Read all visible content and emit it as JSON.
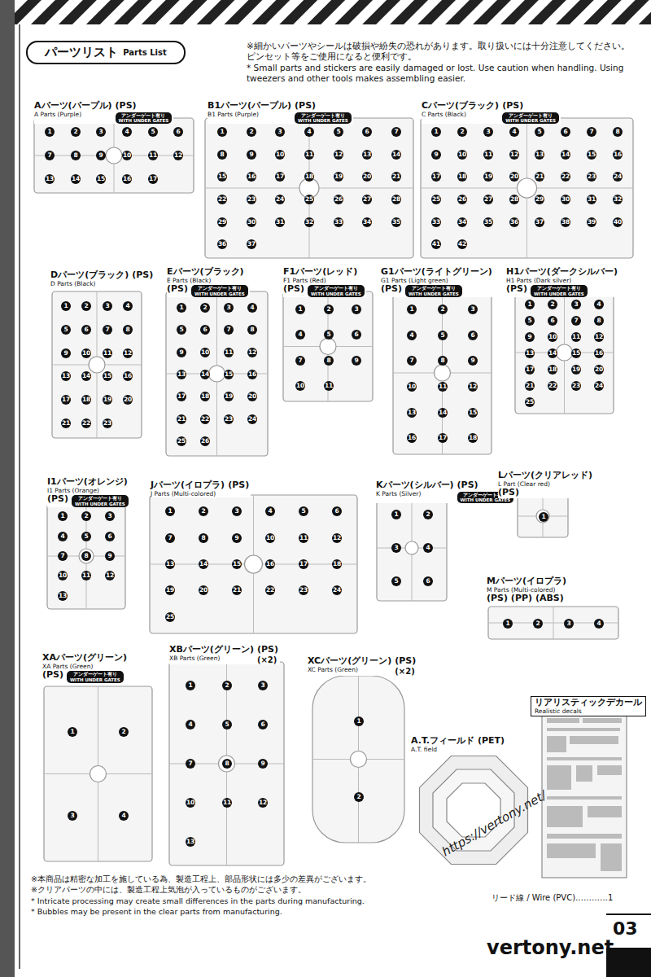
{
  "diagram": {
    "title": "パーツリスト",
    "nodes": [
      {
        "text": [
          "Aパーツ(パープル)",
          "A Parts (Purple)",
          "(PS)",
          "アンダーゲート有り",
          "WITH UNDER GATES"
        ]
      },
      {
        "text": [
          "B1パーツ(パープル)",
          "B1 Parts (Purple)",
          "(PS)",
          "アンダーゲート有り",
          "WITH UNDER GATES"
        ]
      },
      {
        "text": [
          "Cパーツ(ブラック)",
          "C Parts (Black)",
          "(PS)",
          "アンダーゲート有り",
          "WITH UNDER GATES"
        ]
      },
      {
        "text": [
          "Dパーツ(ブラック)",
          "D Parts (Black)",
          "(PS)"
        ]
      },
      {
        "text": [
          "Eパーツ(ブラック)",
          "E Parts (Black)",
          "(PS)",
          "アンダーゲート有り",
          "WITH UNDER GATES"
        ]
      },
      {
        "text": [
          "F1パーツ(レッド)",
          "F1 Parts (Red)",
          "(PS)",
          "アンダーゲート有り",
          "WITH UNDER GATES"
        ]
      },
      {
        "text": [
          "G1パーツ(ライトグリーン)",
          "G1 Parts (Light green)",
          "(PS)",
          "アンダーゲート有り",
          "WITH UNDER GATES"
        ]
      },
      {
        "text": [
          "H1パーツ(ダークシルバー)",
          "H1 Parts (Dark silver)",
          "(PS)",
          "アンダーゲート有り",
          "WITH UNDER GATES"
        ]
      },
      {
        "text": [
          "I1パーツ(オレンジ)",
          "I1 Parts (Orange)",
          "(PS)",
          "アンダーゲート有り",
          "WITH UNDER GATES"
        ]
      },
      {
        "text": [
          "Jパーツ(イロプラ)",
          "J Parts (Multi-colored)",
          "(PS)"
        ]
      },
      {
        "text": [
          "Kパーツ(シルバー)",
          "K Parts (Silver)",
          "(PS)",
          "アンダーゲート有り",
          "WITH UNDER GATES"
        ]
      },
      {
        "text": [
          "Lパーツ(クリアレッド)",
          "L Part (Clear red)",
          "(PS)"
        ]
      },
      {
        "text": [
          "Mパーツ(イロプラ)",
          "M Parts (Multi-colored)",
          "(PS) (PP) (ABS)"
        ]
      },
      {
        "text": [
          "XAパーツ(グリーン)",
          "XA Parts (Green)",
          "(PS)",
          "アンダーゲート有り",
          "WITH UNDER GATES"
        ]
      },
      {
        "text": [
          "XBパーツ(グリーン)",
          "XB Parts (Green)",
          "(PS)",
          "(×2)"
        ]
      },
      {
        "text": [
          "XCパーツ(グリーン)",
          "XC Parts (Green)",
          "(PS)",
          "(×2)"
        ]
      },
      {
        "text": [
          "A.T.フィールド",
          "(PET)",
          "A.T. field"
        ]
      },
      {
        "text": [
          "リアリスティックデカール",
          "Realistic decals"
        ]
      }
    ],
    "labels": [
      "Parts List",
      "※細かいパーツやシールは破損や紛失の恐れがあります。取り扱いには十分注意してください。 ピンセット等をご使用になると便利です。",
      "* Small parts and stickers are easily damaged or lost. Use caution when handling. Using tweezers and other tools makes assembling easier.",
      "1",
      "2",
      "3",
      "4",
      "5",
      "6",
      "7",
      "8",
      "9",
      "10",
      "11",
      "12",
      "13",
      "14",
      "15",
      "16",
      "17",
      "1",
      "2",
      "3",
      "4",
      "5",
      "6",
      "7",
      "8",
      "9",
      "10",
      "11",
      "12",
      "13",
      "14",
      "15",
      "16",
      "17",
      "18",
      "19",
      "20",
      "21",
      "22",
      "23",
      "24",
      "25",
      "26",
      "27",
      "28",
      "29",
      "30",
      "31",
      "32",
      "33",
      "34",
      "35",
      "36",
      "37",
      "1",
      "2",
      "3",
      "4",
      "5",
      "6",
      "7",
      "8",
      "9",
      "10",
      "11",
      "12",
      "13",
      "14",
      "15",
      "16",
      "17",
      "18",
      "19",
      "20",
      "21",
      "22",
      "23",
      "24",
      "25",
      "26",
      "27",
      "28",
      "29",
      "30",
      "31",
      "32",
      "33",
      "34",
      "35",
      "36",
      "37",
      "38",
      "39",
      "40",
      "41",
      "42",
      "1",
      "2",
      "3",
      "4",
      "5",
      "6",
      "7",
      "8",
      "9",
      "10",
      "11",
      "12",
      "13",
      "14",
      "15",
      "16",
      "17",
      "18",
      "19",
      "20",
      "21",
      "22",
      "23",
      "1",
      "2",
      "3",
      "4",
      "5",
      "6",
      "7",
      "8",
      "9",
      "10",
      "11",
      "12",
      "13",
      "14",
      "15",
      "16",
      "17",
      "18",
      "19",
      "20",
      "21",
      "22",
      "23",
      "24",
      "25",
      "26",
      "1",
      "2",
      "3",
      "4",
      "5",
      "6",
      "7",
      "8",
      "9",
      "10",
      "11",
      "1",
      "2",
      "3",
      "4",
      "5",
      "6",
      "7",
      "8",
      "9",
      "10",
      "11",
      "12",
      "13",
      "14",
      "15",
      "16",
      "17",
      "18",
      "1",
      "2",
      "3",
      "4",
      "5",
      "6",
      "7",
      "8",
      "9",
      "10",
      "11",
      "12",
      "13",
      "14",
      "15",
      "16",
      "17",
      "18",
      "19",
      "20",
      "21",
      "22",
      "23",
      "24",
      "25",
      "1",
      "2",
      "3",
      "4",
      "5",
      "6",
      "7",
      "8",
      "9",
      "10",
      "11",
      "12",
      "13",
      "1",
      "2",
      "3",
      "4",
      "5",
      "6",
      "7",
      "8",
      "9",
      "10",
      "11",
      "12",
      "13",
      "14",
      "15",
      "16",
      "17",
      "18",
      "19",
      "20",
      "21",
      "22",
      "23",
      "24",
      "25",
      "1",
      "2",
      "3",
      "4",
      "5",
      "6",
      "1",
      "1",
      "2",
      "3",
      "4",
      "1",
      "2",
      "3",
      "4",
      "1",
      "2",
      "3",
      "4",
      "5",
      "6",
      "7",
      "8",
      "9",
      "10",
      "11",
      "12",
      "13",
      "1",
      "2",
      "※本商品は精密な加工を施している為、製造工程上、部品形状には多少の差異がございます。",
      "※クリアパーツの中には、製造工程上気泡が入っているものがございます。",
      "* Intricate processing may create small differences in the parts during manufacturing.",
      "* Bubbles may be present in the clear parts from manufacturing.",
      "リード線 / Wire (PVC)…………1",
      "03",
      "https://vertony.net/",
      "vertony.net"
    ]
  }
}
